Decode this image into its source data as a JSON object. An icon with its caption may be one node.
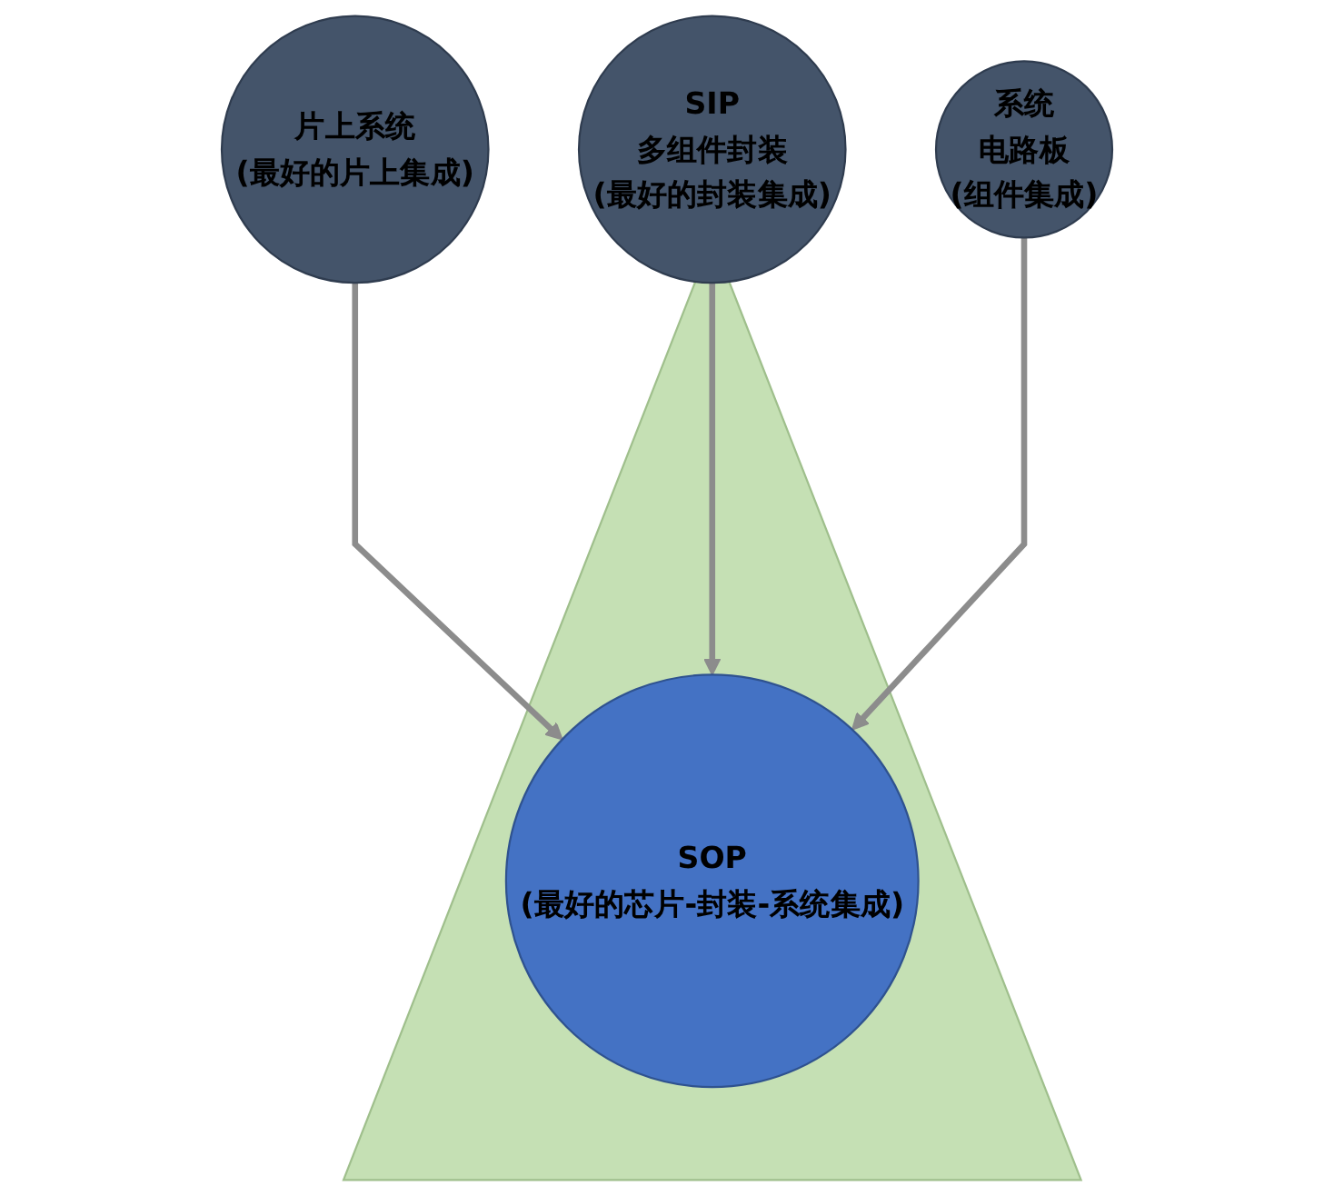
{
  "diagram": {
    "nodes": [
      {
        "text": [],
        "shape": "triangle"
      },
      {
        "text": [
          "片上系统",
          "(最好的片上集成)"
        ]
      },
      {
        "text": [
          "SOP",
          "(最好的芯片-封装-系统集成)"
        ],
        "in": 0
      },
      {
        "text": [
          "SIP",
          "多组件封装",
          "(最好的封装集成)"
        ]
      },
      {
        "text": [
          "系统",
          "电路板",
          "(组件集成)"
        ]
      }
    ],
    "edges": [
      {
        "from": 1,
        "to": 2,
        "arrow": "to"
      },
      {
        "from": 3,
        "to": 2,
        "arrow": "to"
      },
      {
        "from": 4,
        "to": 2,
        "arrow": "to"
      }
    ]
  }
}
